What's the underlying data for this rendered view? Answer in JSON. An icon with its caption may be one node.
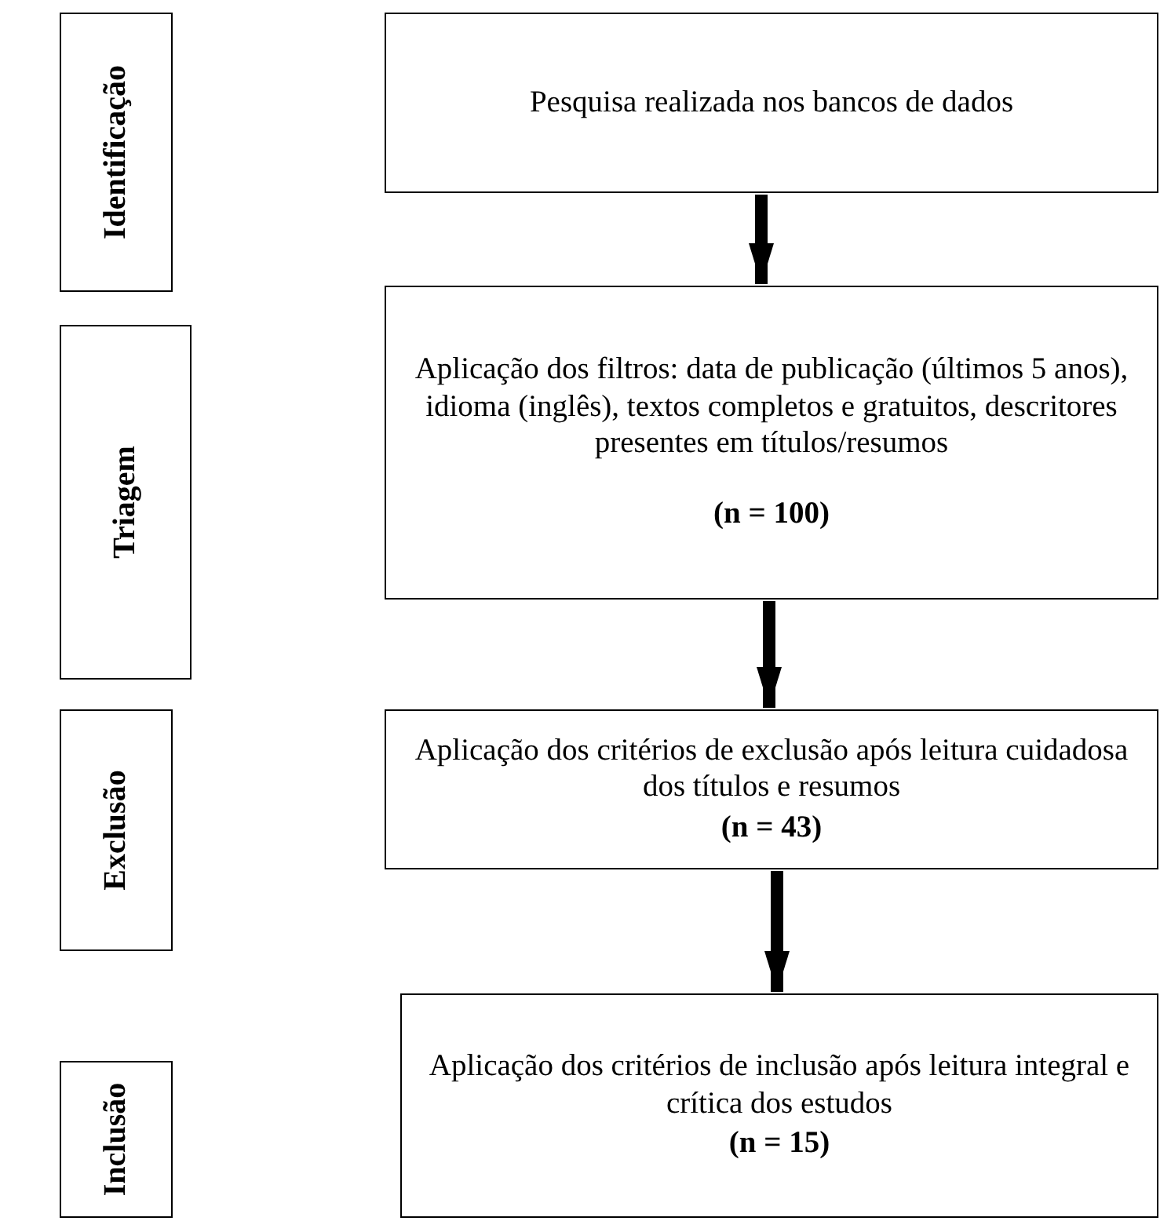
{
  "diagram": {
    "nodes": [
      {
        "text": [
          "Identificação"
        ]
      },
      {
        "text": [
          "Pesquisa realizada nos bancos de dados"
        ]
      },
      {
        "text": [
          "Triagem"
        ]
      },
      {
        "text": [
          "Aplicação dos filtros: data de publicação (últimos 5 anos), idioma (inglês), textos completos e gratuitos, descritores presentes em títulos/resumos",
          "(n = 100)"
        ]
      },
      {
        "text": [
          "Exclusão"
        ]
      },
      {
        "text": [
          "Aplicação dos critérios de exclusão após leitura cuidadosa dos títulos e resumos",
          "(n = 43)"
        ]
      },
      {
        "text": [
          "Inclusão"
        ]
      },
      {
        "text": [
          "Aplicação dos critérios de inclusão após leitura integral e crítica dos estudos",
          "(n = 15)"
        ]
      }
    ],
    "edges": [
      {
        "from": 1,
        "to": 3,
        "arrow": "to"
      },
      {
        "from": 3,
        "to": 5,
        "arrow": "to"
      },
      {
        "from": 5,
        "to": 7,
        "arrow": "to"
      }
    ]
  }
}
